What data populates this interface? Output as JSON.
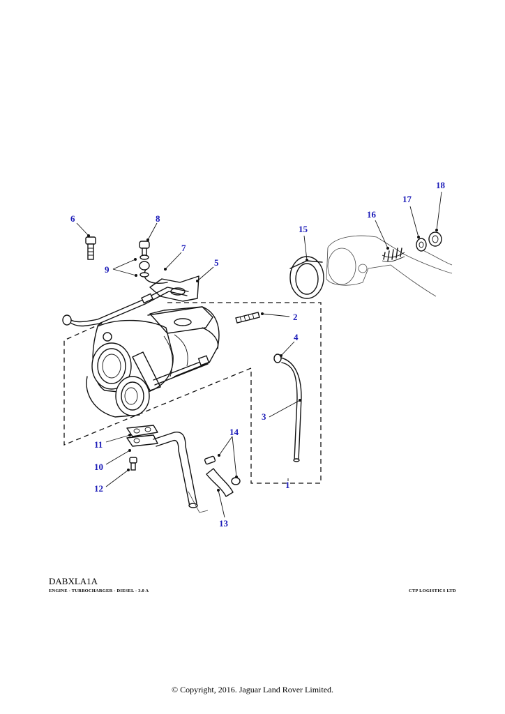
{
  "callouts": [
    "1",
    "2",
    "3",
    "4",
    "5",
    "6",
    "7",
    "8",
    "9",
    "10",
    "11",
    "12",
    "13",
    "14",
    "15",
    "16",
    "17",
    "18"
  ],
  "reference_code": "DABXLA1A",
  "caption_left": "ENGINE - TURBOCHARGER - DIESEL - 3.0 A",
  "caption_right": "CTP LOGISTICS LTD",
  "copyright": "© Copyright, 2016. Jaguar Land Rover Limited.",
  "colors": {
    "callout": "#1a1ab8",
    "line": "#111111"
  }
}
